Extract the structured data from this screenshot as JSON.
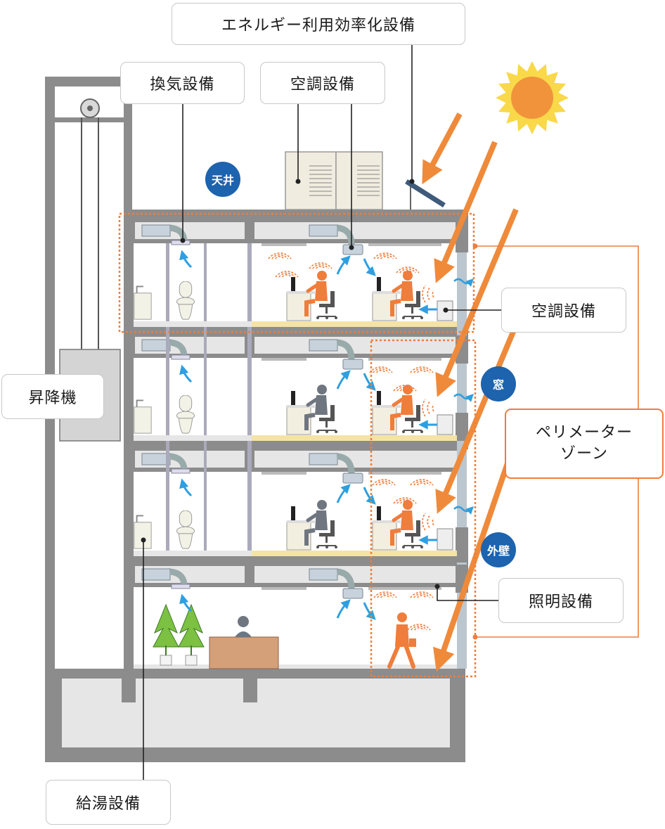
{
  "labels": {
    "energy_efficiency_equipment": "エネルギー利用効率化設備",
    "ventilation_equipment": "換気設備",
    "hvac_equipment_top": "空調設備",
    "hvac_equipment_right": "空調設備",
    "elevator": "昇降機",
    "perimeter_zone_line1": "ペリメーター",
    "perimeter_zone_line2": "ゾーン",
    "lighting_equipment": "照明設備",
    "hot_water_equipment": "給湯設備"
  },
  "badges": {
    "ceiling": "天井",
    "window": "窓",
    "exterior_wall": "外壁"
  },
  "colors": {
    "structure_gray": "#8c8c8c",
    "badge_blue": "#1d63ae",
    "accent_orange": "#ef7d3c",
    "person_gray": "#6f7680",
    "airflow_blue": "#2e9fe0",
    "floor_yellow": "#f4e3a6",
    "sun_orange": "#f0933b",
    "sun_yellow": "#f9d84a",
    "plant_green": "#7cc142",
    "reception_desk": "#d4a07a"
  }
}
